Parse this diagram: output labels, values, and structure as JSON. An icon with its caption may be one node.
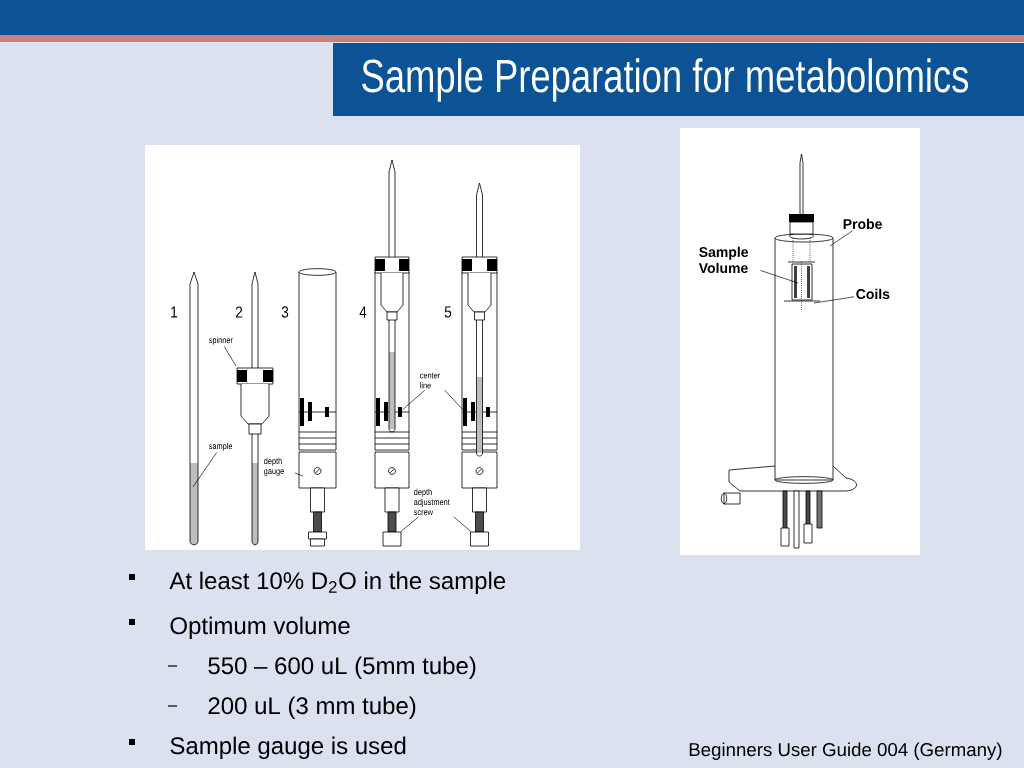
{
  "diagram": {
    "title": "Sample Preparation for metabolomics",
    "nodes": [
      {
        "text": [
          "spinner"
        ]
      },
      {
        "text": [
          "sample"
        ]
      },
      {
        "text": [
          "depth gauge"
        ]
      },
      {
        "text": [
          "center line"
        ]
      },
      {
        "text": [
          "depth adjustment screw"
        ]
      },
      {
        "text": [
          "Probe"
        ]
      },
      {
        "text": [
          "Sample Volume"
        ]
      },
      {
        "text": [
          "Coils"
        ]
      },
      {
        "text": [],
        "shape": "bar"
      },
      {
        "text": [],
        "shape": "bar"
      },
      {
        "text": [],
        "shape": "box"
      },
      {
        "text": [],
        "shape": "box"
      }
    ],
    "edges": [
      {
        "from": 0,
        "to": null,
        "arrow": "none"
      },
      {
        "from": 1,
        "to": null,
        "arrow": "none"
      },
      {
        "from": 2,
        "to": null,
        "arrow": "none"
      },
      {
        "from": 3,
        "to": 8,
        "arrow": "none"
      },
      {
        "from": 3,
        "to": 9,
        "arrow": "none"
      },
      {
        "from": 4,
        "to": 10,
        "arrow": "none"
      },
      {
        "from": 4,
        "to": 11,
        "arrow": "none"
      },
      {
        "from": 5,
        "to": null,
        "arrow": "none"
      },
      {
        "from": 6,
        "to": null,
        "arrow": "none"
      },
      {
        "from": 7,
        "to": null,
        "arrow": "none"
      }
    ],
    "labels": [
      "1",
      "2",
      "3",
      "4",
      "5",
      "At least 10% D$_{2}$O in the sample",
      "Optimum volume",
      "550 – 600 uL (5mm tube)",
      "200 uL (3 mm tube)",
      "Sample gauge is used",
      "Beginners User Guide 004 (Germany)"
    ]
  }
}
